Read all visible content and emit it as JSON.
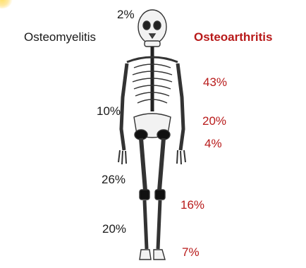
{
  "headings": {
    "left": "Osteomyelitis",
    "right": "Osteoarthritis"
  },
  "osteomyelitis": {
    "skull": "2%",
    "pelvis": "10%",
    "femur": "26%",
    "tibia": "20%"
  },
  "osteoarthritis": {
    "spine": "43%",
    "hip": "20%",
    "pelvis": "4%",
    "knee": "16%",
    "foot": "7%"
  },
  "colors": {
    "osteomyelitis_text": "#1a1a1a",
    "osteoarthritis_text": "#b81a1a",
    "highlight_joints": "#111111"
  }
}
